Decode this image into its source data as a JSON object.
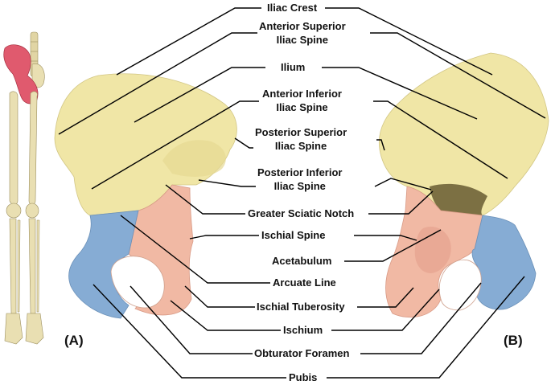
{
  "labels": {
    "iliac_crest": "Iliac Crest",
    "asis_line1": "Anterior Superior",
    "asis_line2": "Iliac Spine",
    "ilium": "Ilium",
    "aiis_line1": "Anterior Inferior",
    "aiis_line2": "Iliac Spine",
    "psis_line1": "Posterior Superior",
    "psis_line2": "Iliac Spine",
    "piis_line1": "Posterior Inferior",
    "piis_line2": "Iliac Spine",
    "greater_sciatic_notch": "Greater Sciatic Notch",
    "ischial_spine": "Ischial Spine",
    "acetabulum": "Acetabulum",
    "arcuate_line": "Arcuate Line",
    "ischial_tuberosity": "Ischial Tuberosity",
    "ischium": "Ischium",
    "obturator_foramen": "Obturator Foramen",
    "pubis": "Pubis"
  },
  "panels": {
    "left": "(A)",
    "right": "(B)"
  },
  "colors": {
    "ilium": "#f0e6a6",
    "ischium": "#f1b9a4",
    "pubis": "#86acd4",
    "highlight": "#e05a6e",
    "skeleton_bone": "#e9dfb2",
    "leader_line": "#000000"
  }
}
